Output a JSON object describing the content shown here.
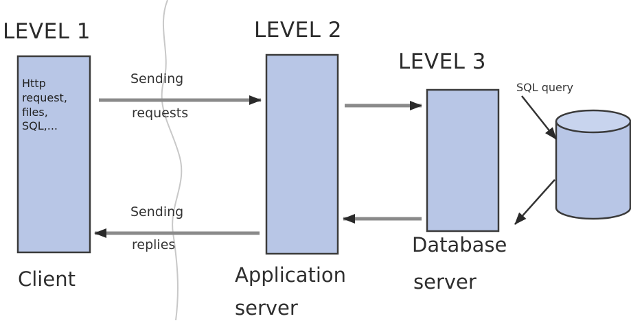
{
  "levels": {
    "level1": "LEVEL 1",
    "level2": "LEVEL 2",
    "level3": "LEVEL 3"
  },
  "client": {
    "label": "Client",
    "box_lines": [
      "Http",
      "request,",
      "files,",
      "SQL,..."
    ]
  },
  "application_server": {
    "line1": "Application",
    "line2": "server"
  },
  "database_server": {
    "line1": "Database",
    "line2": "server"
  },
  "arrows": {
    "sending_requests_1": "Sending",
    "sending_requests_2": "requests",
    "sending_replies_1": "Sending",
    "sending_replies_2": "replies",
    "sql_query": "SQL query"
  },
  "colors": {
    "box_fill": "#b8c6e6",
    "stroke": "#3a3a3a"
  }
}
